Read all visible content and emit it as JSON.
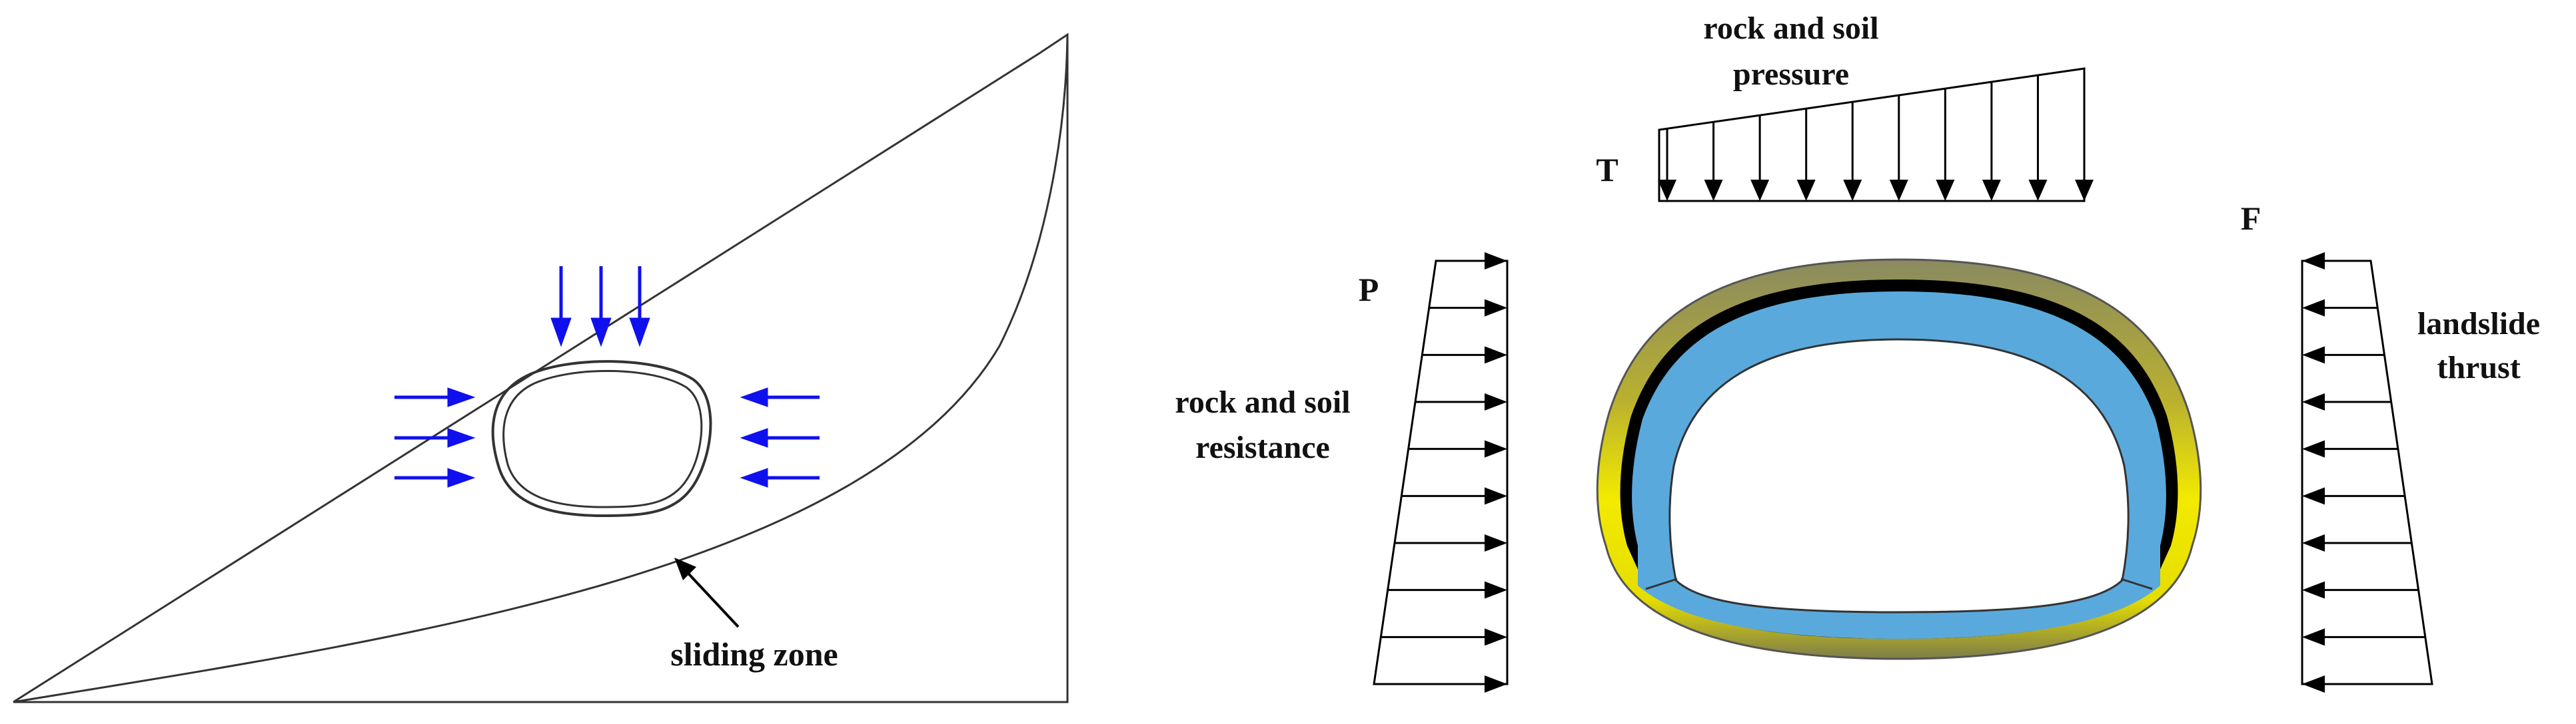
{
  "labels": {
    "sliding_zone": "sliding zone",
    "pressure_line1": "rock and soil",
    "pressure_line2": "pressure",
    "resistance_line1": "rock and soil",
    "resistance_line2": "resistance",
    "thrust_line1": "landslide",
    "thrust_line2": "thrust",
    "T": "T",
    "P": "P",
    "F": "F"
  },
  "colors": {
    "load_arrows_left": "#1010ee",
    "outline": "#333333",
    "lining_blue": "#5aa9dc",
    "lining_black": "#000000",
    "outer_yellow": "#f0e800",
    "outer_olive": "#8a8a60"
  }
}
